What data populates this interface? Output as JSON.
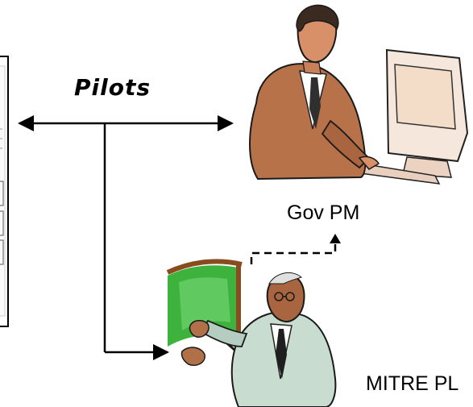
{
  "labels": {
    "pilots": "Pilots",
    "gov_pm": "Gov PM",
    "mitre_pl": "MITRE PL"
  },
  "colors": {
    "line": "#000000",
    "suit_brown": "#b8724a",
    "skin": "#d89068",
    "shirt_green": "#c8dccf",
    "board_green": "#3db33d",
    "board_frame": "#8a4b1e"
  },
  "icons": [
    "document-panel",
    "gov-pm-clipart",
    "mitre-pl-clipart"
  ]
}
